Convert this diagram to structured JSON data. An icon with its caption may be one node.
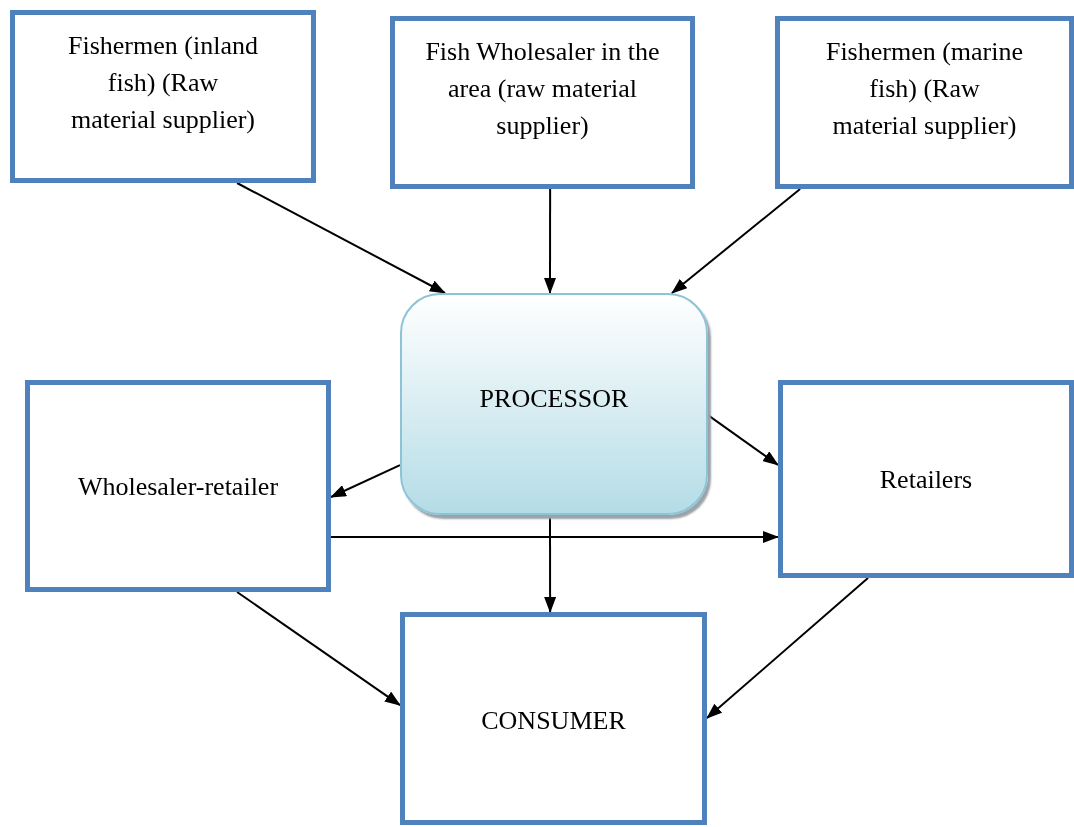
{
  "diagram": {
    "nodes": [
      {
        "text": [
          "Fishermen (inland fish) (Raw material supplier)"
        ]
      },
      {
        "text": [
          "Fish Wholesaler in the area (raw material supplier)"
        ]
      },
      {
        "text": [
          "Fishermen (marine fish) (Raw material supplier)"
        ]
      },
      {
        "text": [
          "PROCESSOR"
        ]
      },
      {
        "text": [
          "Wholesaler-retailer"
        ]
      },
      {
        "text": [
          "Retailers"
        ]
      },
      {
        "text": [
          "CONSUMER"
        ]
      }
    ],
    "edges": [
      {
        "from": 0,
        "to": 3,
        "arrow": "to"
      },
      {
        "from": 1,
        "to": 3,
        "arrow": "to"
      },
      {
        "from": 2,
        "to": 3,
        "arrow": "to"
      },
      {
        "from": 3,
        "to": 4,
        "arrow": "to"
      },
      {
        "from": 3,
        "to": 5,
        "arrow": "to"
      },
      {
        "from": 4,
        "to": 5,
        "arrow": "to"
      },
      {
        "from": 3,
        "to": 6,
        "arrow": "to"
      },
      {
        "from": 4,
        "to": 6,
        "arrow": "to"
      },
      {
        "from": 5,
        "to": 6,
        "arrow": "to"
      }
    ]
  }
}
